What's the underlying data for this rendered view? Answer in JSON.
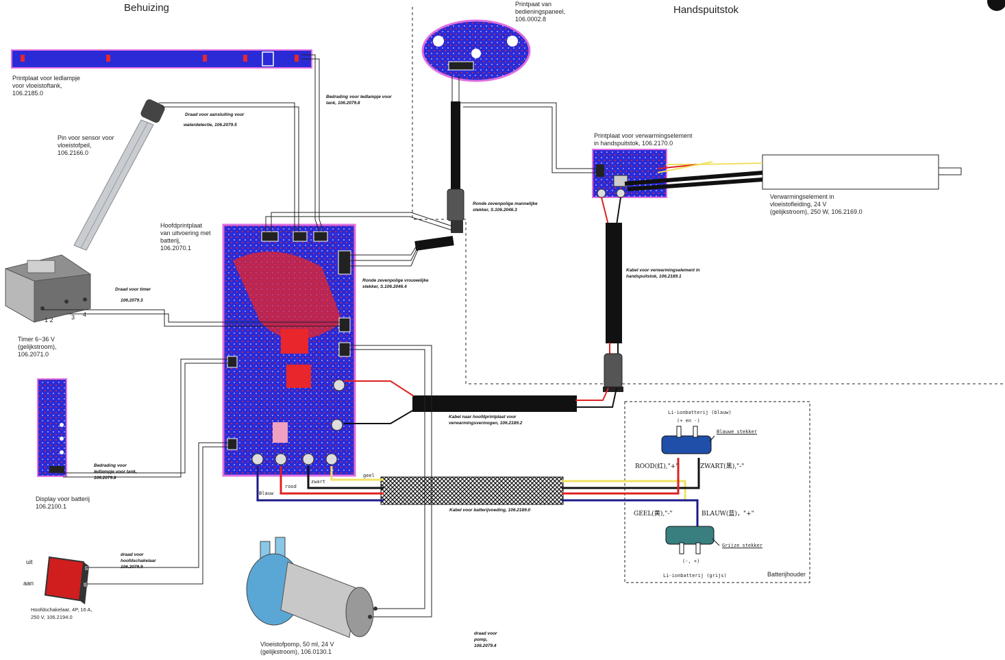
{
  "titles": {
    "left": "Behuizing",
    "right": "Handspuitstok"
  },
  "components": {
    "led_board": "Printplaat voor ledlampje\nvoor vloeistoftank,\n106.2185.0",
    "sensor_pin": "Pin voor sensor voor\nvloeistofpeil,\n106.2166.0",
    "main_board": "Hoofdprintplaat\nvan uitvoering met\nbatterij,\n106.2070.1",
    "timer": "Timer 6~36 V\n(gelijkstroom),\n106.2071.0",
    "battery_display": "Display voor batterij\n106.2100.1",
    "main_switch": "Hoofdschakelaar, 4P, 16 A,\n250 V, 106.2194.0",
    "pump": "Vloeistofpomp, 50 ml, 24 V\n(gelijkstroom), 106.0130.1",
    "control_panel": "Printpaat van\nbedieningspaneel,\n106.0002.8",
    "heater_board": "Printplaat voor verwarmingselement\nin handspuitstok, 106.2170.0",
    "heater": "Verwarmingselement in\nvloeistofleiding, 24 V\n(gelijkstroom), 250 W, 106.2169.0",
    "battery_holder": "Batterijhouder"
  },
  "wires": {
    "led_wiring": "Bedrading voor ledlampje voor\ntank, 106.2079.8",
    "water_detect": "Draad voor aansluiting voor",
    "water_detect2": "waterdetectie, 106.2079.5",
    "timer_wire": "Draad voor timer",
    "timer_wire_no": "106.2079.3",
    "male_plug": "Ronde zevenpolige mannelijke\nstekker, S.106.2046.3",
    "female_plug": "Ronde zevenpolige vrouwelijke\nstekker, S.106.2046.4",
    "heater_cable": "Kabel voor verwarmingselement in\nhandspuitstok, 106.2189.1",
    "main_power_cable": "Kabel naar hoofdprintplaat voor\nverwarmingsvermogen, 106.2189.2",
    "display_wiring": "Bedrading voor\nledlampje voor tank,\n106.2079.8",
    "battery_cable": "Kabel voor batterijvoeding, 106.2189.0",
    "switch_wire": "draad voor\nhoofdschakelaar\n106.2079.9",
    "pump_wire": "draad voor\npomp,\n106.2079.4"
  },
  "timer_pins": [
    "1 2",
    "3",
    "4"
  ],
  "switch_states": {
    "off": "uit",
    "on": "aan"
  },
  "wire_colors": {
    "geel": "geel",
    "rood": "rood",
    "zwart": "zwart",
    "blauw": "Blauw"
  },
  "battery": {
    "blue_battery": "Li-ionbatterij (blauw)",
    "blue_polarity": "(+ en -)",
    "blue_plug": "Blauwe stekker",
    "red_label": "ROOD(红),\"+\"",
    "black_label": "ZWART(黑),\"-\"",
    "yellow_label": "GEEL(黄),\"-\"",
    "blue_label": "BLAUW(蓝)，\"+\"",
    "grey_plug": "Grijze stekker",
    "grey_polarity": "(-, +)",
    "grey_battery": "Li-ionbatterij (grijs)"
  },
  "colors": {
    "pcb_blue": "#2a2bd6",
    "pcb_red": "#e8262b",
    "pcb_border": "#e070e0",
    "wire_red": "#e02020",
    "wire_yellow": "#f0e060",
    "wire_blue": "#1a1a8a",
    "plug_blue": "#1f4fa8",
    "plug_grey": "#3a7f80"
  }
}
